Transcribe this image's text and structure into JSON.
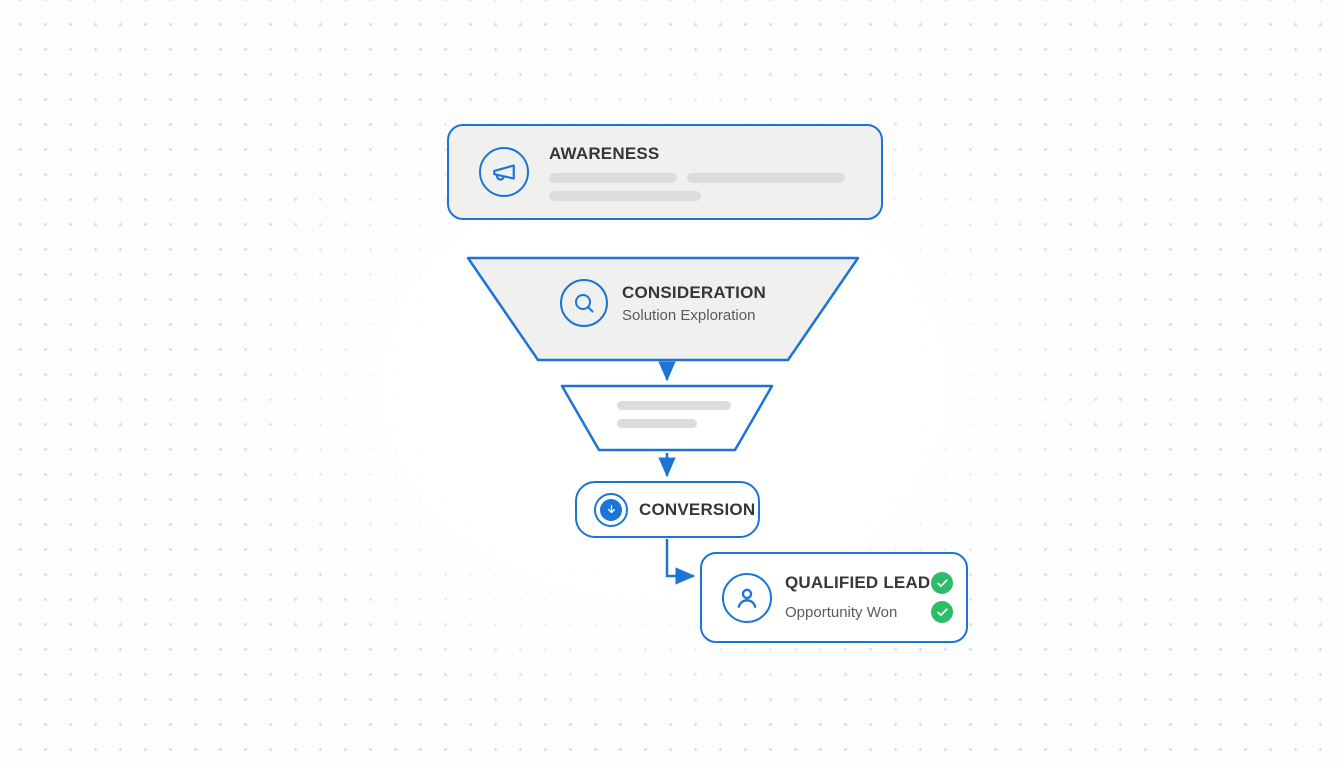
{
  "colors": {
    "accent": "#1b74d6",
    "card-fill": "#f0f0ef",
    "node-fill": "#ffffff",
    "placeholder": "#dcdcdc",
    "success": "#2bbd67",
    "title-text": "#33383d",
    "subtitle-text": "#565c63",
    "dot": "#d9dee6"
  },
  "nodes": {
    "awareness": {
      "label": "AWARENESS"
    },
    "consideration": {
      "label": "CONSIDERATION",
      "subtitle": "Solution Exploration"
    },
    "conversion": {
      "label": "CONVERSION"
    },
    "qualified_lead": {
      "label": "QUALIFIED LEAD",
      "subtitle": "Opportunity Won"
    }
  },
  "icons": {
    "awareness": "megaphone-icon",
    "consideration": "search-icon",
    "conversion": "arrow-down-circle-icon",
    "qualified_lead": "user-icon",
    "status": "check-circle-icon"
  }
}
